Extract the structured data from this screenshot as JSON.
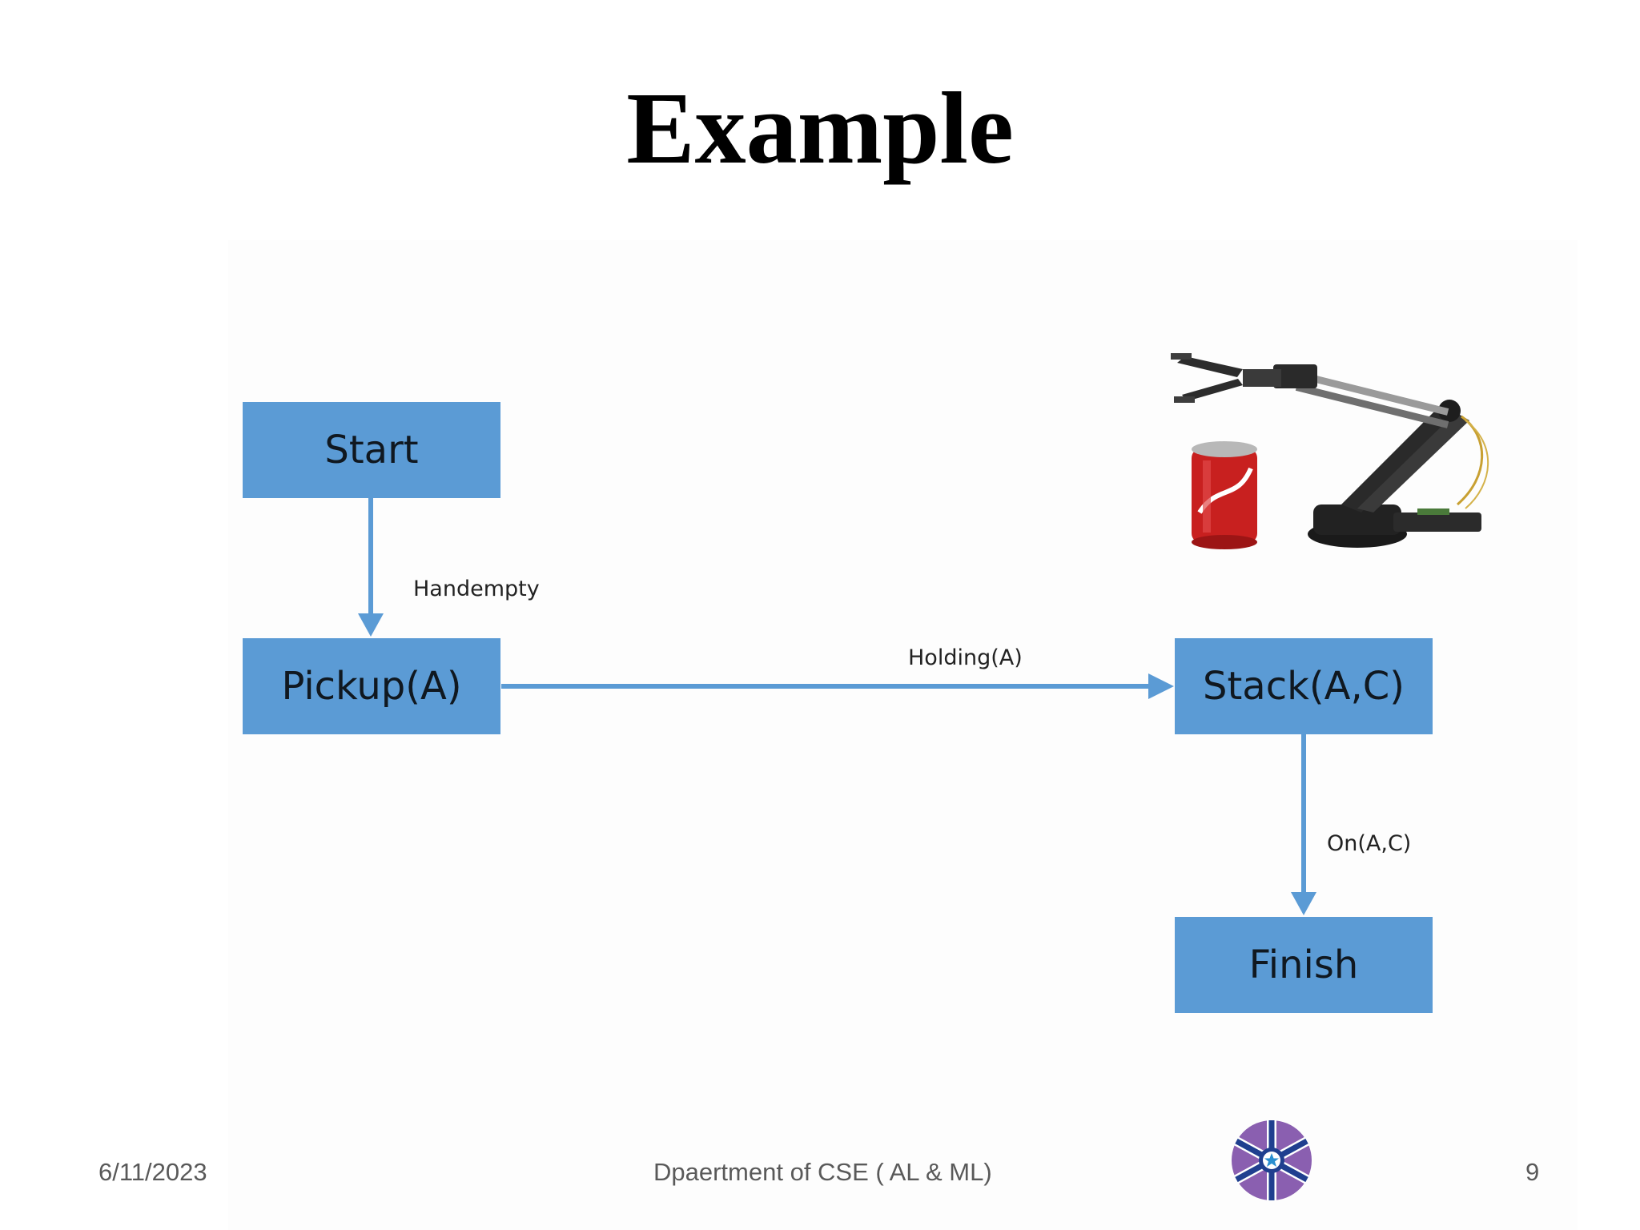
{
  "slide": {
    "title": "Example"
  },
  "diagram": {
    "colors": {
      "node_fill": "#5b9bd5",
      "arrow": "#5b9bd5",
      "node_text": "#101820"
    },
    "nodes": {
      "start": "Start",
      "pickup": "Pickup(A)",
      "stack": "Stack(A,C)",
      "finish": "Finish"
    },
    "edges": {
      "start_to_pickup": "Handempty",
      "pickup_to_stack": "Holding(A)",
      "stack_to_finish": "On(A,C)"
    }
  },
  "illustration": {
    "items": [
      "robotic-arm",
      "soda-can"
    ]
  },
  "footer": {
    "date": "6/11/2023",
    "department": "Dpaertment of CSE ( AL & ML)",
    "page_number": "9",
    "logo": "institution-logo"
  }
}
